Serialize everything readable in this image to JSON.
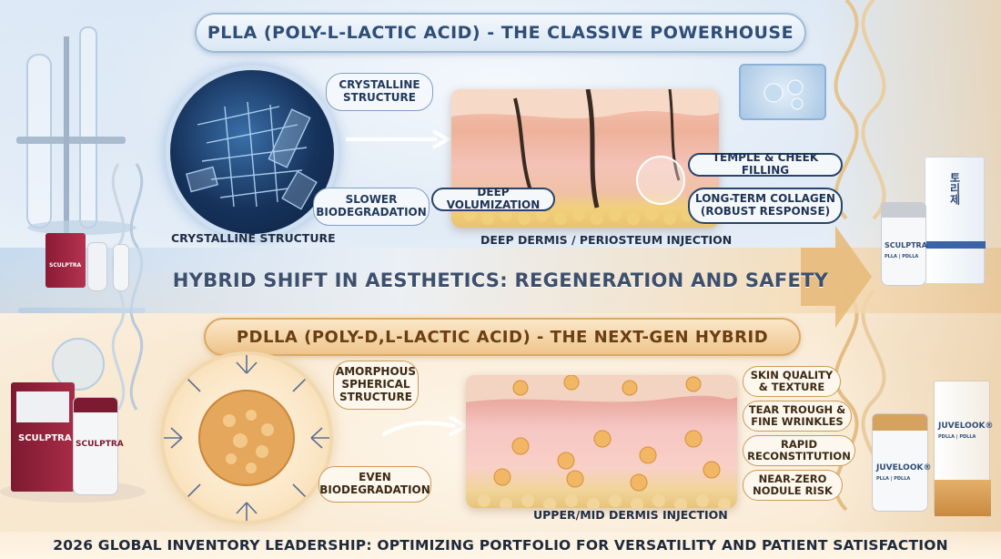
{
  "titles": {
    "top": "PLLA (POLY-L-LACTIC ACID) - THE CLASSIVE POWERHOUSE",
    "middle": "PDLLA (POLY-D,L-LACTIC ACID) - THE NEXT-GEN HYBRID",
    "headline": "HYBRID SHIFT IN AESTHETICS: REGENERATION AND SAFETY",
    "footer": "2026 GLOBAL INVENTORY LEADERSHIP: OPTIMIZING PORTFOLIO FOR VERSATILITY AND PATIENT SATISFACTION"
  },
  "plla": {
    "callouts": {
      "structure": [
        "CRYSTALLINE",
        "STRUCTURE"
      ],
      "biodegradation": [
        "SLOWER",
        "BIODEGRADATION"
      ]
    },
    "circle_caption": "CRYSTALLINE STRUCTURE",
    "injection_caption": "DEEP DERMIS / PERIOSTEUM INJECTION",
    "tags": {
      "deep_volumization": "DEEP VOLUMIZATION",
      "temple_cheek": "TEMPLE & CHEEK FILLING",
      "collagen": [
        "LONG-TERM COLLAGEN",
        "(ROBUST RESPONSE)"
      ]
    }
  },
  "pdlla": {
    "callouts": {
      "structure": [
        "AMORPHOUS",
        "SPHERICAL",
        "STRUCTURE"
      ],
      "biodegradation": [
        "EVEN",
        "BIODEGRADATION"
      ]
    },
    "injection_caption": "UPPER/MID DERMIS INJECTION",
    "tags": {
      "skin_quality": [
        "SKIN QUALITY",
        "& TEXTURE"
      ],
      "tear_trough": [
        "TEAR TROUGH &",
        "FINE WRINKLES"
      ],
      "reconstitution": [
        "RAPID",
        "RECONSTITUTION"
      ],
      "nodule": [
        "NEAR-ZERO",
        "NODULE RISK"
      ]
    }
  },
  "products": {
    "sculptra_box_left": "SCULPTRA",
    "sculptra_vial_top": "SCULPTRA",
    "sculptra_vial_right": "SCULPTRA",
    "sculptra_vial_right_sub": "PLLA | PDLLA",
    "juvelook_box": "JUVELOOK®",
    "juvelook_box_sub": "PDLLA | PDLLA",
    "juvelook_vial": "JUVELOOK®",
    "juvelook_vial_sub": "PLLA | PDLLA",
    "korean_box_text": "토리제",
    "sculptra_box_bottom": "SCULPTRA",
    "sculptra_vial_bottom": "SCULPTRA"
  },
  "colors": {
    "plla_accent": "#2f4d77",
    "pdlla_accent": "#c98a3f",
    "navy": "#1e3355"
  }
}
